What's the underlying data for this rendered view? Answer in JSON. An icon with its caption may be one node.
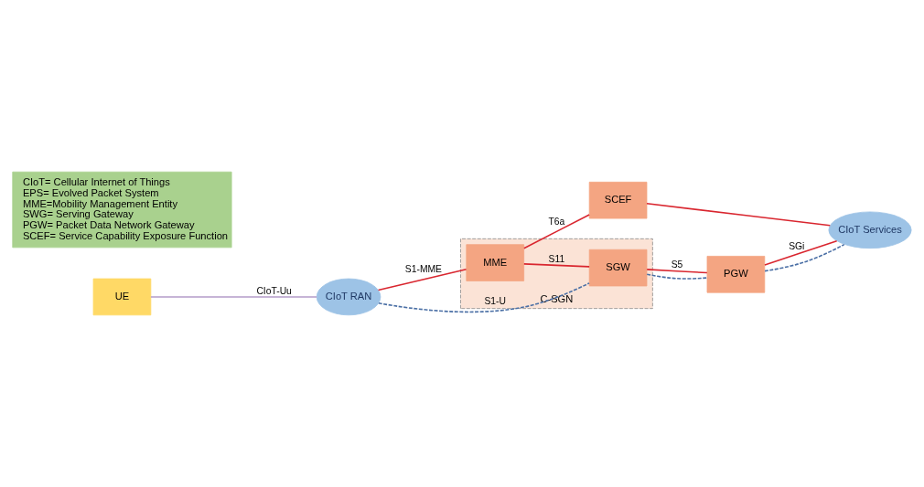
{
  "diagram": {
    "nodes": [
      {
        "text": [
          "C-SGN"
        ]
      },
      {
        "text": [
          "MME"
        ],
        "in": 0
      },
      {
        "text": [
          "SGW"
        ],
        "in": 0
      },
      {
        "text": [
          "CIoT RAN"
        ]
      },
      {
        "text": [
          "SCEF"
        ]
      },
      {
        "text": [
          "CIoT Services"
        ]
      },
      {
        "text": [
          "PGW"
        ]
      },
      {
        "text": [
          "UE"
        ]
      },
      {
        "text": [
          "CIoT= Cellular Internet of Things",
          "EPS= Evolved Packet System",
          "MME=Mobility Management Entity",
          "SWG= Serving Gateway",
          "PGW= Packet Data Network Gateway",
          "SCEF= Service Capability Exposure Function"
        ]
      }
    ],
    "edges": [
      {
        "from": 7,
        "to": 3,
        "arrow": "none",
        "label": "CIoT-Uu",
        "color": "#b39bc8"
      },
      {
        "from": 3,
        "to": 1,
        "arrow": "none",
        "label": "S1-MME"
      },
      {
        "from": 3,
        "to": 2,
        "arrow": "none",
        "label": "S1-U",
        "style": "dashed",
        "color": "#4a6fa5"
      },
      {
        "from": 1,
        "to": 2,
        "arrow": "none",
        "label": "S11"
      },
      {
        "from": 1,
        "to": 4,
        "arrow": "none",
        "label": "T6a"
      },
      {
        "from": 4,
        "to": 5,
        "arrow": "none"
      },
      {
        "from": 2,
        "to": 6,
        "arrow": "none",
        "label": "S5"
      },
      {
        "from": 2,
        "to": 6,
        "arrow": "none",
        "style": "dashed",
        "color": "#4a6fa5"
      },
      {
        "from": 6,
        "to": 5,
        "arrow": "none",
        "label": "SGi"
      },
      {
        "from": 6,
        "to": 5,
        "arrow": "none",
        "style": "dashed",
        "color": "#4a6fa5"
      }
    ]
  }
}
